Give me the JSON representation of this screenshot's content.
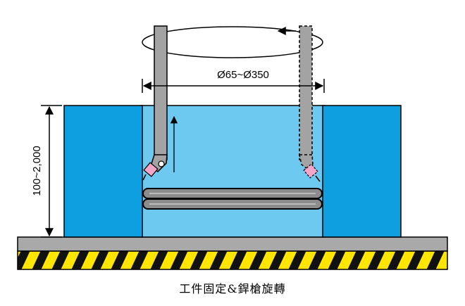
{
  "diameter_label": "Ø65~Ø350",
  "height_label": "100~2,000",
  "caption": "工件固定&銲槍旋轉",
  "colors": {
    "tank_dark": "#0e9fe0",
    "tank_light": "#6ec9f0",
    "base_gray": "#a9a9a9",
    "hazard_yellow": "#ffe600",
    "torch_gray": "#a3a3a3",
    "nozzle_pink": "#f3a6c8"
  }
}
